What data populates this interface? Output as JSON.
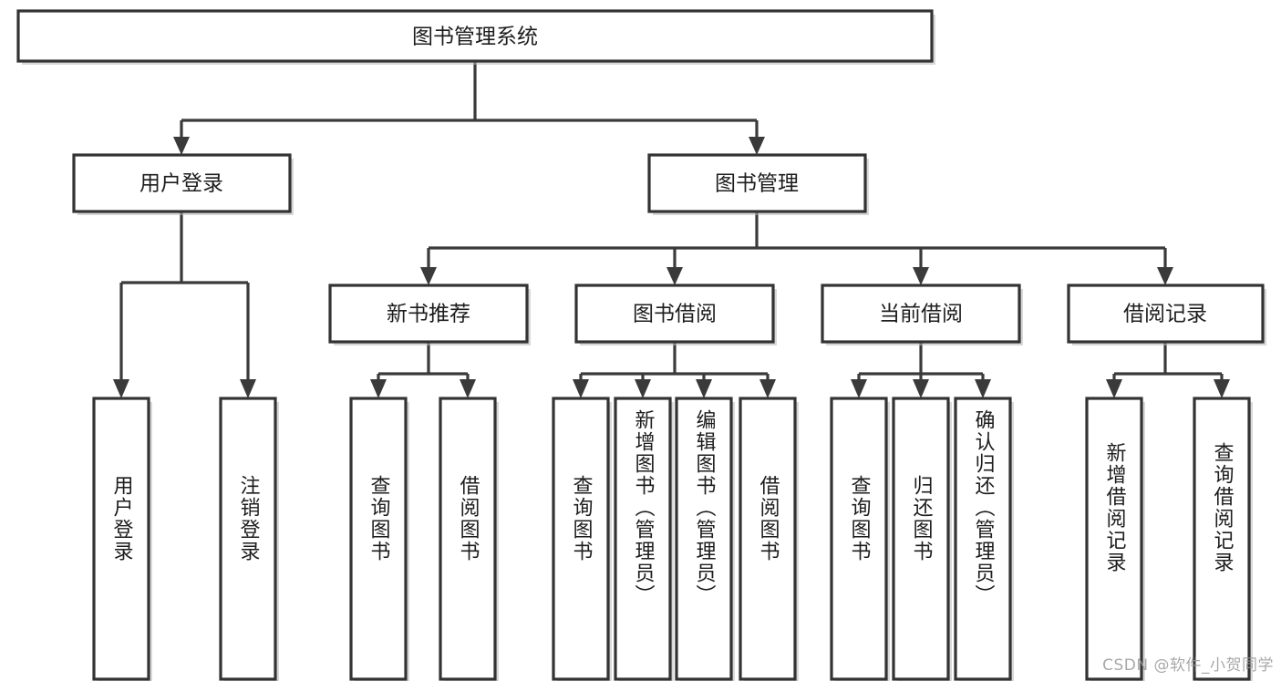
{
  "diagram": {
    "title": "图书管理系统",
    "type": "hierarchy-tree",
    "watermark": "CSDN @软件_小贺同学",
    "colors": {
      "stroke": "#333333",
      "fill": "#ffffff",
      "text": "#1d1d1d",
      "watermark": "#9a9a9a",
      "background": "#ffffff"
    },
    "levels": {
      "root": {
        "label": "图书管理系统"
      },
      "level2": [
        {
          "label": "用户登录"
        },
        {
          "label": "图书管理"
        }
      ],
      "level3": [
        {
          "label": "新书推荐"
        },
        {
          "label": "图书借阅"
        },
        {
          "label": "当前借阅"
        },
        {
          "label": "借阅记录"
        }
      ],
      "leaves": [
        {
          "label": "用户登录",
          "parent": "用户登录"
        },
        {
          "label": "注销登录",
          "parent": "用户登录"
        },
        {
          "label": "查询图书",
          "parent": "新书推荐"
        },
        {
          "label": "借阅图书",
          "parent": "新书推荐"
        },
        {
          "label": "查询图书",
          "parent": "图书借阅"
        },
        {
          "label": "新增图书（管理员）",
          "parent": "图书借阅"
        },
        {
          "label": "编辑图书（管理员）",
          "parent": "图书借阅"
        },
        {
          "label": "借阅图书",
          "parent": "图书借阅"
        },
        {
          "label": "查询图书",
          "parent": "当前借阅"
        },
        {
          "label": "归还图书",
          "parent": "当前借阅"
        },
        {
          "label": "确认归还（管理员）",
          "parent": "当前借阅"
        },
        {
          "label": "新增借阅记录",
          "parent": "借阅记录"
        },
        {
          "label": "查询借阅记录",
          "parent": "借阅记录"
        }
      ]
    }
  }
}
